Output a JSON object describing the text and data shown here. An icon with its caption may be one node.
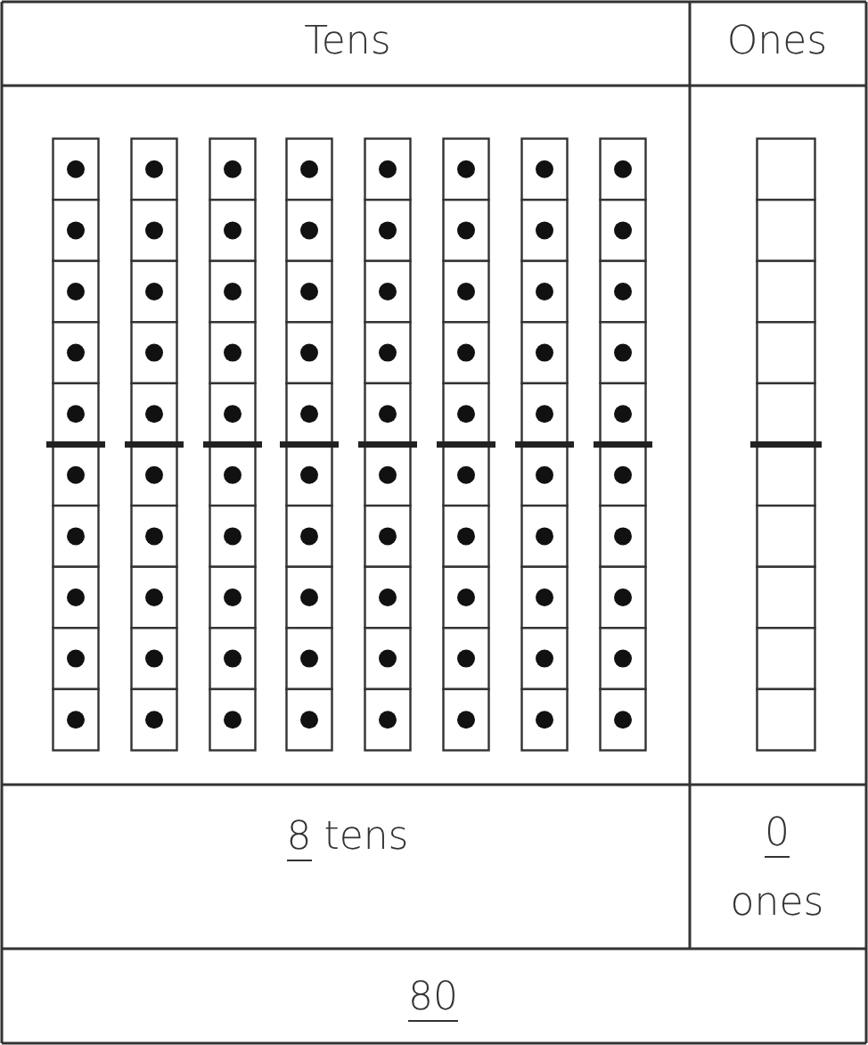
{
  "diagram": {
    "labels": [
      "Tens",
      "Ones",
      "8",
      "tens",
      "0",
      "ones",
      "80"
    ]
  }
}
